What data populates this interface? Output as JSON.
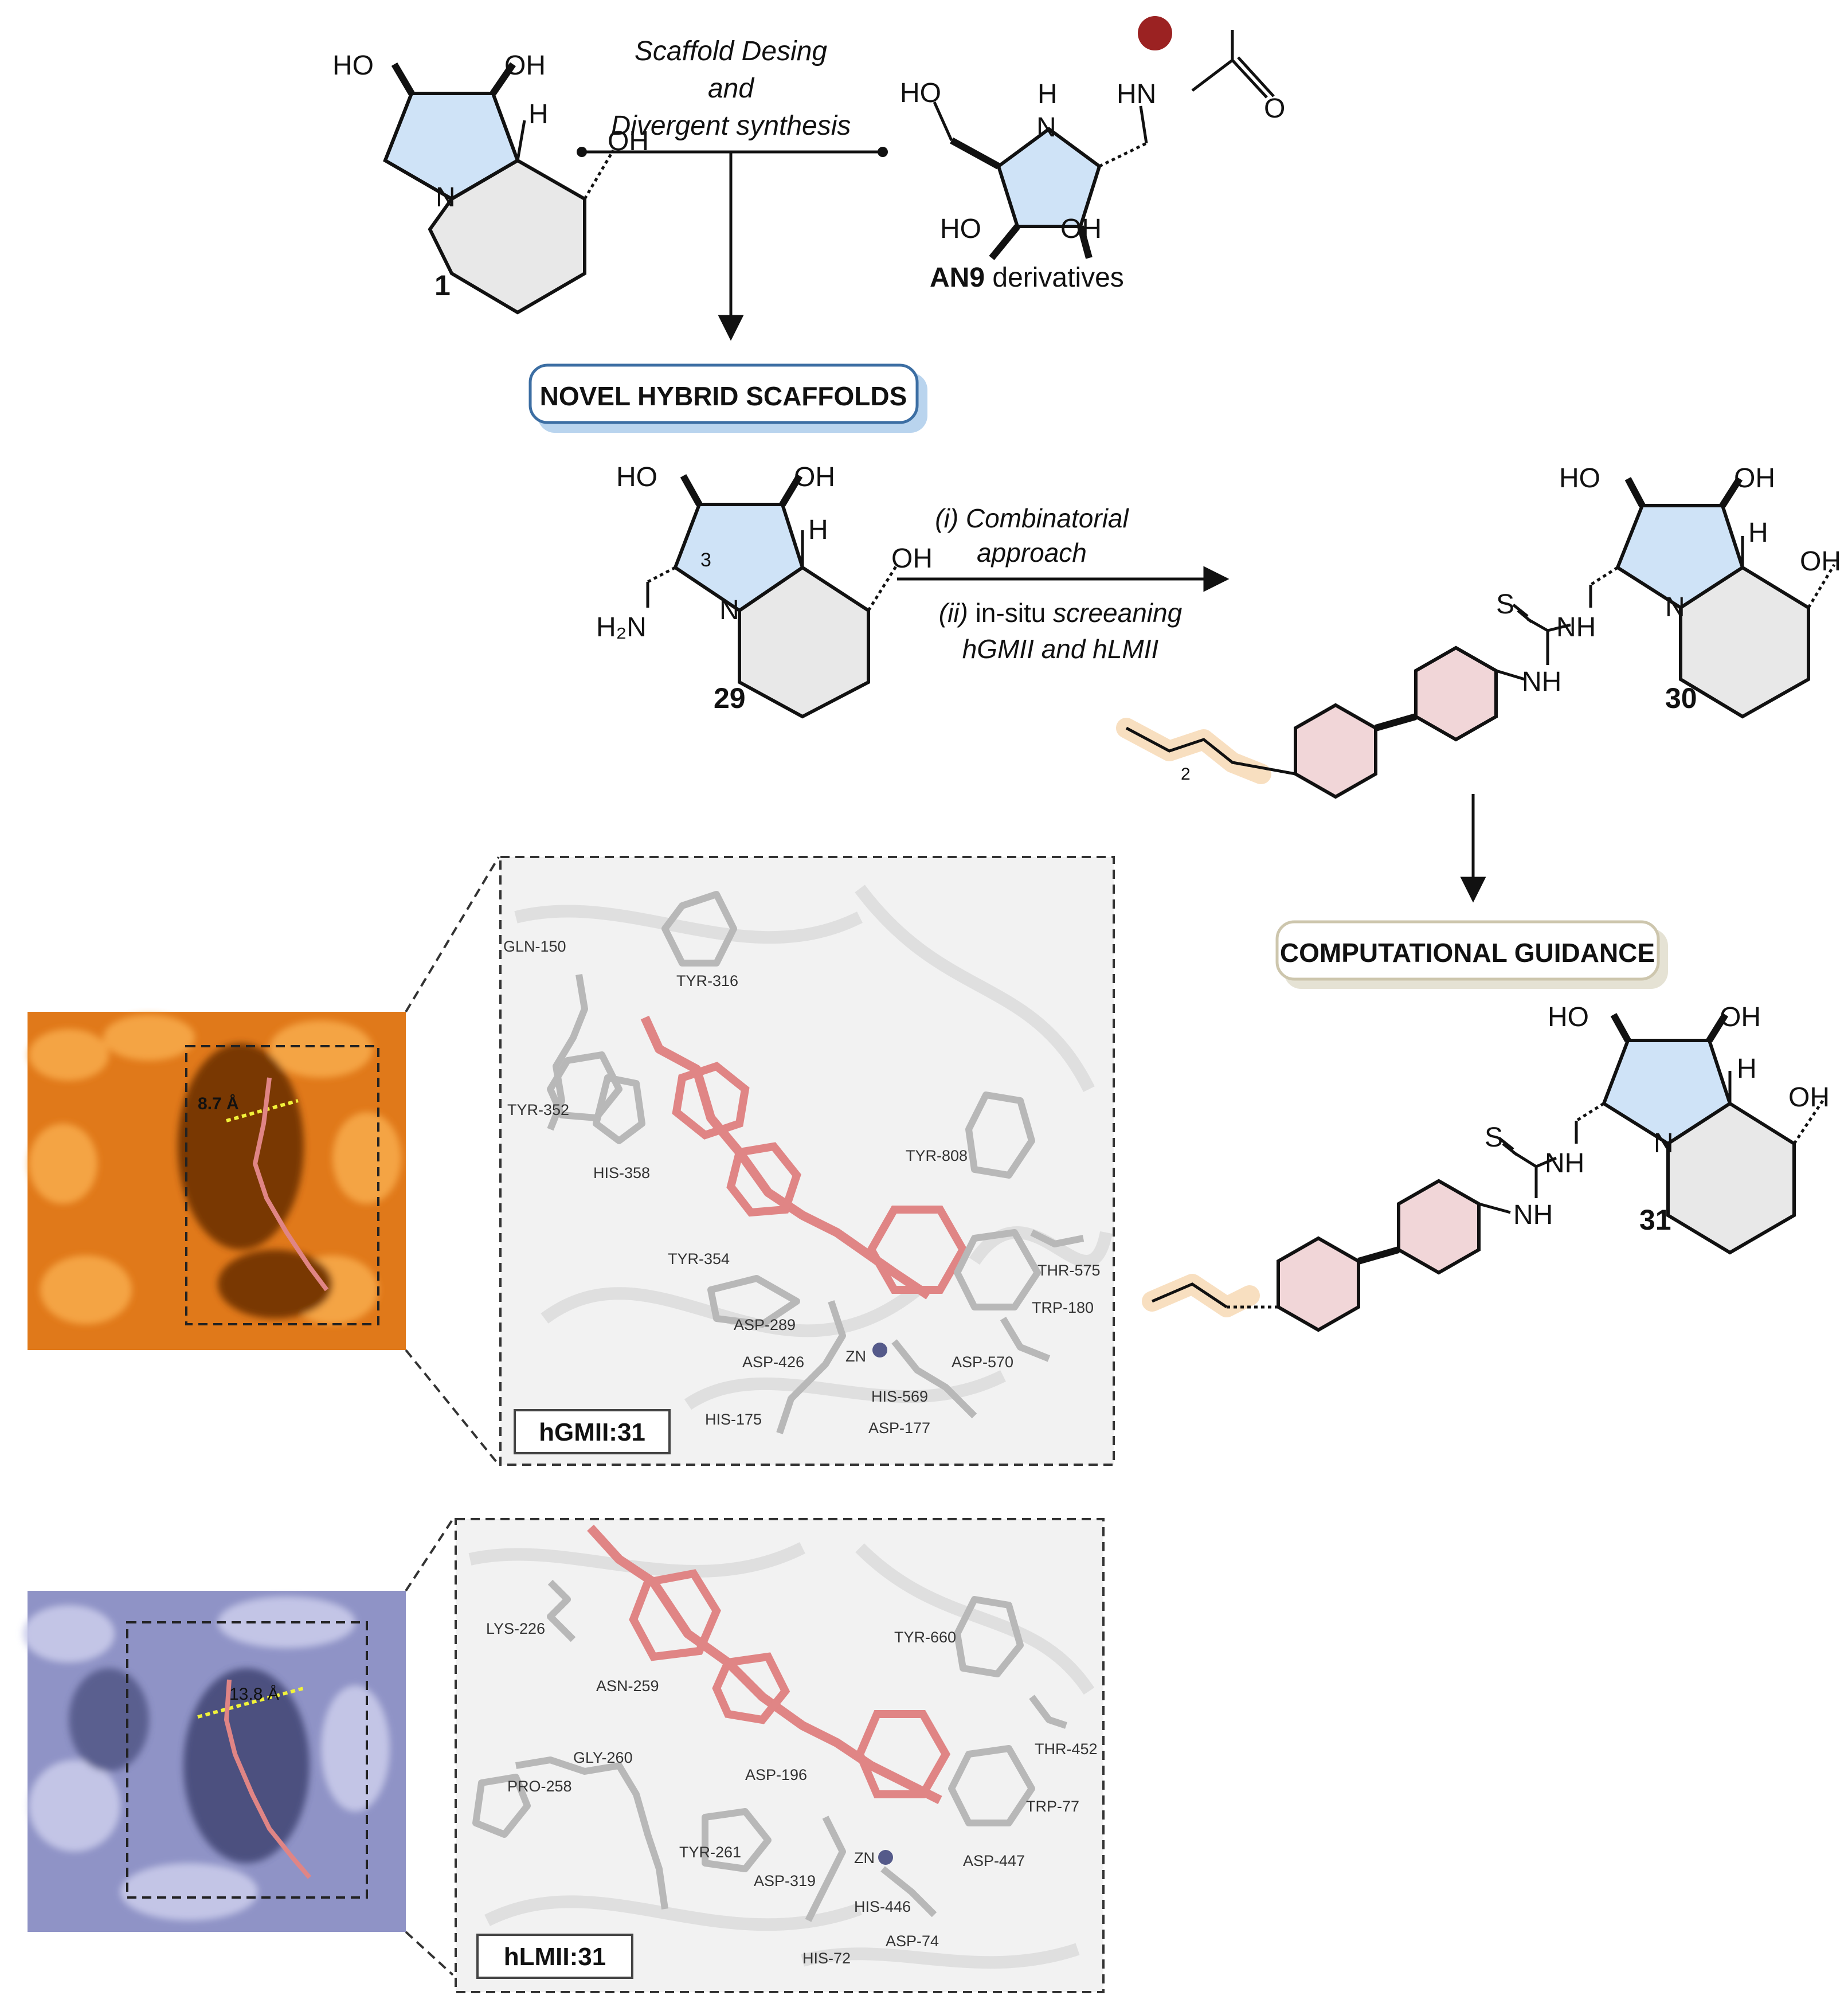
{
  "top": {
    "step_text": [
      "Scaffold Desing",
      "and",
      "Divergent synthesis"
    ],
    "compound_1": "1",
    "an9_label_bold": "AN9",
    "an9_label_rest": " derivatives"
  },
  "atoms": {
    "HO": "HO",
    "OH": "OH",
    "H": "H",
    "N": "N",
    "HN": "HN",
    "O": "O",
    "NH": "NH",
    "S": "S",
    "H2N": "H₂N",
    "three": "3",
    "two": "2"
  },
  "banners": {
    "hybrid": "NOVEL HYBRID SCAFFOLDS",
    "computational": "COMPUTATIONAL GUIDANCE"
  },
  "middle": {
    "compound_29": "29",
    "compound_30": "30",
    "compound_31": "31",
    "cond_i_prefix": "(i)",
    "cond_i_text": " Combinatorial",
    "cond_i_line2": "approach",
    "cond_ii_prefix": "(ii)",
    "cond_ii_plain": " in-situ ",
    "cond_ii_ital": "screeaning",
    "cond_ii_line2": "hGMII and hLMII"
  },
  "panels": {
    "hgmii_label": "hGMII:31",
    "hlmii_label": "hLMII:31",
    "hgmii_distance": "8.7 Å",
    "hlmii_distance": "13.8 Å",
    "hgmii_residues": [
      "GLN-150",
      "TYR-316",
      "TYR-352",
      "HIS-358",
      "TYR-808",
      "TYR-354",
      "THR-575",
      "TRP-180",
      "ASP-289",
      "ASP-426",
      "ZN",
      "ASP-570",
      "HIS-569",
      "HIS-175",
      "ASP-177"
    ],
    "hlmii_residues": [
      "LYS-226",
      "ASN-259",
      "TYR-660",
      "GLY-260",
      "PRO-258",
      "ASP-196",
      "THR-452",
      "TRP-77",
      "TYR-261",
      "ASP-319",
      "ZN",
      "ASP-447",
      "HIS-446",
      "HIS-72",
      "ASP-74"
    ]
  },
  "colors": {
    "pentagon_fill": "#cfe3f7",
    "hexagon_fill": "#e7e7e7",
    "pink_ring": "#f1d6d8",
    "alkyl_glow": "#f8dfc0",
    "maroon_dot": "#9b2222",
    "ligand": "#e08585",
    "orange_surface": "#e0791a",
    "blue_surface": "#8f93c6"
  }
}
